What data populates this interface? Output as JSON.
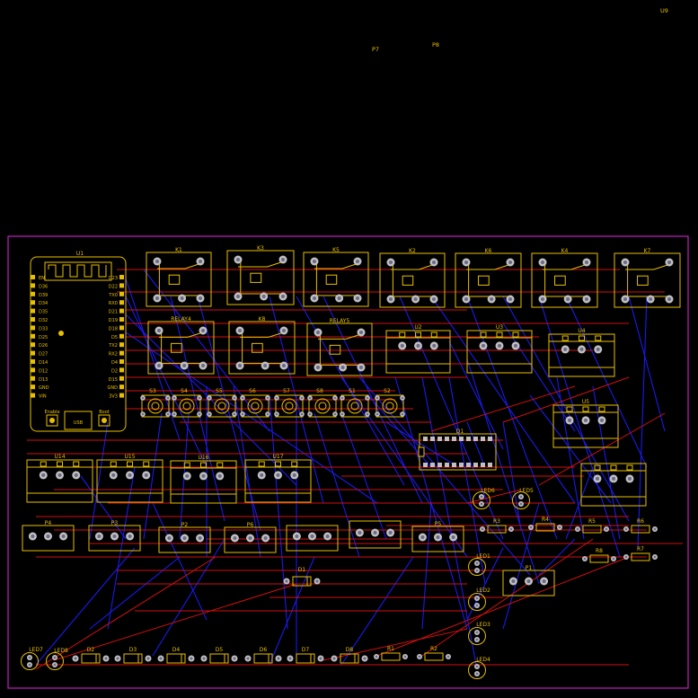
{
  "colors": {
    "background": "#000000",
    "silkscreen": "#e8c000",
    "top_copper": "#d01010",
    "bottom_copper": "#1a1aee",
    "board_outline": "#c020c0",
    "pad_ring": "#c0c0c0",
    "pad_hole": "#6a6a8a"
  },
  "floating_labels": {
    "u9": "U9",
    "p7": "P7",
    "p8": "P8"
  },
  "esp32": {
    "ref": "U1",
    "left_pins": [
      "EN",
      "D36",
      "D39",
      "D34",
      "D35",
      "D32",
      "D33",
      "D25",
      "D26",
      "D27",
      "D14",
      "D12",
      "D13",
      "GND",
      "VIN"
    ],
    "right_pins": [
      "D23",
      "D22",
      "TX0",
      "RX0",
      "D21",
      "D19",
      "D18",
      "D5",
      "TX2",
      "RX2",
      "D4",
      "D2",
      "D15",
      "GND",
      "3V3"
    ],
    "enable_label": "Enable",
    "usb_label": "USB",
    "boot_label": "Boot"
  },
  "relays": [
    "K1",
    "K3",
    "K5",
    "K2",
    "K6",
    "K4",
    "K7",
    "RELAY4",
    "K8",
    "RELAY5"
  ],
  "switches": [
    "S3",
    "S4",
    "S5",
    "S6",
    "S7",
    "S8",
    "S1",
    "S2"
  ],
  "terminals3": [
    "U2",
    "U3",
    "U4",
    "U5",
    "U14",
    "U15",
    "U16",
    "U17"
  ],
  "headers": [
    "P4",
    "P3",
    "P2",
    "P6",
    "P5",
    "P1"
  ],
  "resistors": [
    "R3",
    "R4",
    "R5",
    "R6",
    "R8",
    "R7",
    "R1",
    "R2"
  ],
  "diodes": [
    "D1",
    "D2",
    "D3",
    "D4",
    "D5",
    "D6",
    "D7",
    "D8"
  ],
  "leds": [
    "LED6",
    "LED5",
    "LED1",
    "LED2",
    "LED3",
    "LED4",
    "LED7",
    "LED8"
  ],
  "ic": "D1"
}
